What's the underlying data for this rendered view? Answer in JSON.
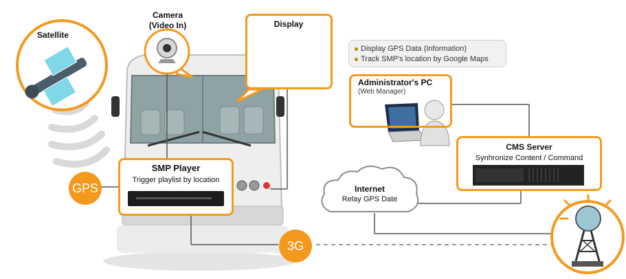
{
  "camera": {
    "title": "Camera",
    "subtitle": "(Video In)"
  },
  "display": {
    "title": "Display"
  },
  "satellite": {
    "title": "Satellite"
  },
  "smp_player": {
    "title": "SMP Player",
    "subtitle": "Trigger playlist by location"
  },
  "gps_badge": {
    "label": "GPS"
  },
  "threeg_badge": {
    "label": "3G"
  },
  "notes": {
    "items": [
      "Display GPS Data (Information)",
      "Track SMP's location by Google Maps"
    ]
  },
  "admin_pc": {
    "title": "Administrator's PC",
    "subtitle": "(Web Manager)"
  },
  "cms_server": {
    "title": "CMS Server",
    "subtitle": "Synhronize Content / Command"
  },
  "internet": {
    "title": "Internet",
    "subtitle": "Relay GPS Date"
  },
  "colors": {
    "accent": "#f39a1e",
    "line": "#777777",
    "note_bg": "#f1f1f1"
  }
}
